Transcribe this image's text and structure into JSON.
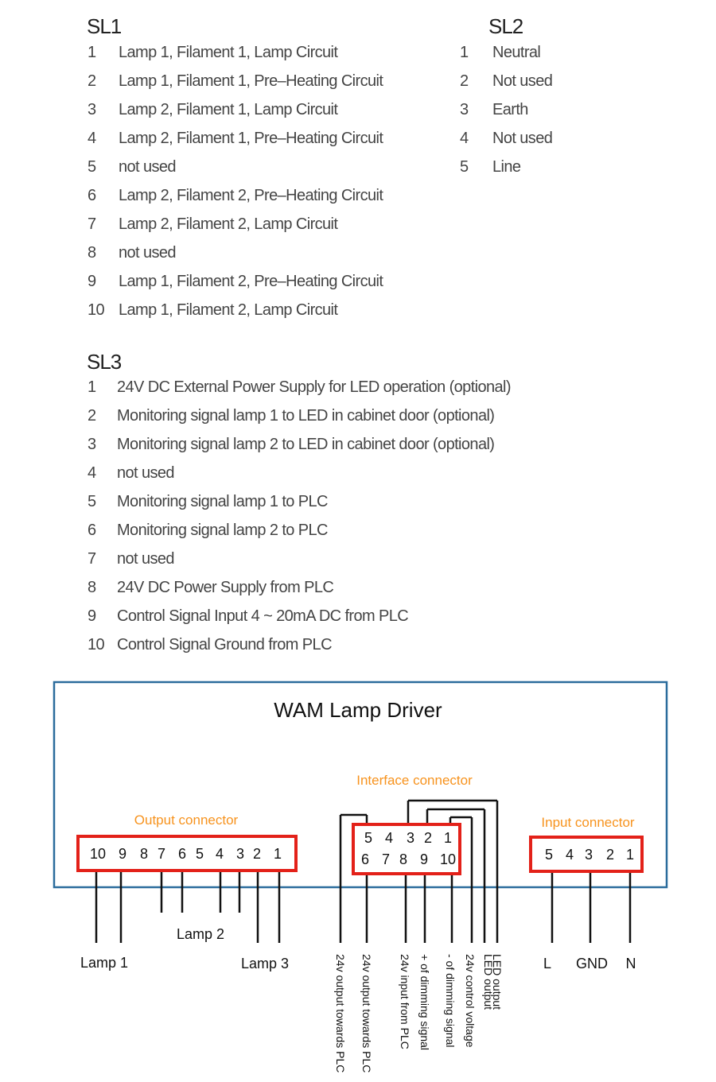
{
  "sl1": {
    "heading": "SL1",
    "items": [
      {
        "num": "1",
        "text": "Lamp 1, Filament 1, Lamp Circuit"
      },
      {
        "num": "2",
        "text": "Lamp 1, Filament 1, Pre–Heating Circuit"
      },
      {
        "num": "3",
        "text": "Lamp 2, Filament 1, Lamp Circuit"
      },
      {
        "num": "4",
        "text": "Lamp 2, Filament 1, Pre–Heating Circuit"
      },
      {
        "num": "5",
        "text": "not used"
      },
      {
        "num": "6",
        "text": "Lamp 2, Filament 2, Pre–Heating Circuit"
      },
      {
        "num": "7",
        "text": "Lamp 2, Filament 2, Lamp Circuit"
      },
      {
        "num": "8",
        "text": "not used"
      },
      {
        "num": "9",
        "text": "Lamp 1, Filament 2, Pre–Heating Circuit"
      },
      {
        "num": "10",
        "text": "Lamp 1, Filament 2, Lamp Circuit"
      }
    ]
  },
  "sl2": {
    "heading": "SL2",
    "items": [
      {
        "num": "1",
        "text": "Neutral"
      },
      {
        "num": "2",
        "text": "Not used"
      },
      {
        "num": "3",
        "text": "Earth"
      },
      {
        "num": "4",
        "text": "Not used"
      },
      {
        "num": "5",
        "text": "Line"
      }
    ]
  },
  "sl3": {
    "heading": "SL3",
    "items": [
      {
        "num": "1",
        "text": "24V DC External Power Supply for LED operation (optional)"
      },
      {
        "num": "2",
        "text": "Monitoring signal lamp 1 to LED in cabinet door (optional)"
      },
      {
        "num": "3",
        "text": "Monitoring signal lamp 2 to LED in cabinet door (optional)"
      },
      {
        "num": "4",
        "text": "not used"
      },
      {
        "num": "5",
        "text": "Monitoring signal lamp 1 to PLC"
      },
      {
        "num": "6",
        "text": "Monitoring signal lamp 2 to PLC"
      },
      {
        "num": "7",
        "text": "not used"
      },
      {
        "num": "8",
        "text": "24V DC Power Supply from PLC"
      },
      {
        "num": "9",
        "text": "Control Signal Input 4 ~ 20mA DC from PLC"
      },
      {
        "num": "10",
        "text": "Control Signal Ground from PLC"
      }
    ]
  },
  "diagram": {
    "title": "WAM Lamp Driver",
    "colors": {
      "box": "#2b6c9c",
      "connector": "#e32119",
      "label": "#f7931e",
      "wire": "#111111"
    },
    "output_connector": {
      "label": "Output connector",
      "pins": [
        "10",
        "9",
        "8",
        "7",
        "6",
        "5",
        "4",
        "3",
        "2",
        "1"
      ],
      "lamp_labels": [
        "Lamp 1",
        "Lamp  2",
        "Lamp  3"
      ]
    },
    "interface_connector": {
      "label": "Interface connector",
      "top_pins": [
        "5",
        "4",
        "3",
        "2",
        "1"
      ],
      "bottom_pins": [
        "6",
        "7",
        "8",
        "9",
        "10"
      ],
      "wire_labels": [
        "24v output towards PLC",
        "24v output towards PLC",
        "24v input from PLC",
        "+ of dimming signal",
        "- of dimming signal",
        "24v control voltage",
        "LED output",
        "LED output"
      ]
    },
    "input_connector": {
      "label": "Input connector",
      "pins": [
        "5",
        "4",
        "3",
        "2",
        "1"
      ],
      "wire_labels": [
        "L",
        "GND",
        "N"
      ]
    }
  }
}
